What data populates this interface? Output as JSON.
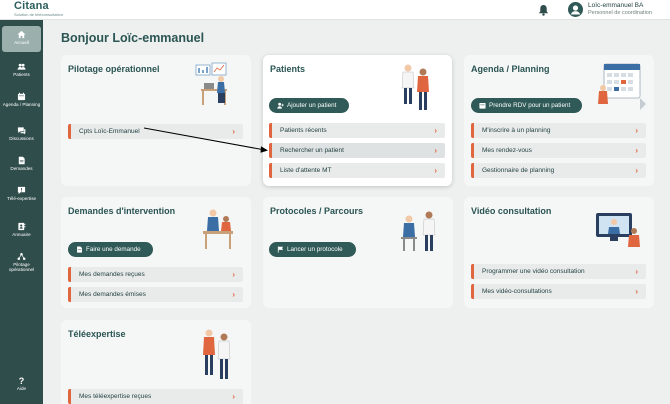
{
  "header": {
    "logo": "Citana",
    "logo_sub": "Solution de téléconsultation",
    "user_name": "Loïc-emmanuel BA",
    "user_role": "Personnel de coordination"
  },
  "sidebar": {
    "items": [
      {
        "label": "Accueil",
        "icon": "home-icon"
      },
      {
        "label": "Patients",
        "icon": "users-icon"
      },
      {
        "label": "Agenda / Planning",
        "icon": "calendar-icon"
      },
      {
        "label": "Discussions",
        "icon": "chat-icon"
      },
      {
        "label": "Demandes",
        "icon": "document-icon"
      },
      {
        "label": "Télé-expertise",
        "icon": "alert-chat-icon"
      },
      {
        "label": "Annuaire",
        "icon": "directory-icon"
      },
      {
        "label": "Pilotage opérationnel",
        "icon": "network-icon"
      },
      {
        "label": "Aide",
        "icon": "help-icon"
      }
    ]
  },
  "page_title": "Bonjour Loïc-emmanuel",
  "cards": {
    "pilotage": {
      "title": "Pilotage opérationnel",
      "rows": [
        "Cpts Loïc-Emmanuel"
      ]
    },
    "patients": {
      "title": "Patients",
      "button": "Ajouter un patient",
      "rows": [
        "Patients récents",
        "Rechercher un patient",
        "Liste d'attente MT"
      ]
    },
    "agenda": {
      "title": "Agenda / Planning",
      "button": "Prendre RDV pour un patient",
      "rows": [
        "M'inscrire à un planning",
        "Mes rendez-vous",
        "Gestionnaire de planning"
      ]
    },
    "demandes": {
      "title": "Demandes d'intervention",
      "button": "Faire une demande",
      "rows": [
        "Mes demandes reçues",
        "Mes demandes émises"
      ]
    },
    "protocoles": {
      "title": "Protocoles / Parcours",
      "button": "Lancer un protocole"
    },
    "video": {
      "title": "Vidéo consultation",
      "rows": [
        "Programmer une vidéo consultation",
        "Mes vidéo-consultations"
      ]
    },
    "teleexpertise": {
      "title": "Téléexpertise",
      "rows": [
        "Mes téléexpertise reçues"
      ]
    }
  },
  "colors": {
    "accent": "#e06640",
    "primary": "#2f5a57",
    "sidebar": "#2f4d4b"
  }
}
